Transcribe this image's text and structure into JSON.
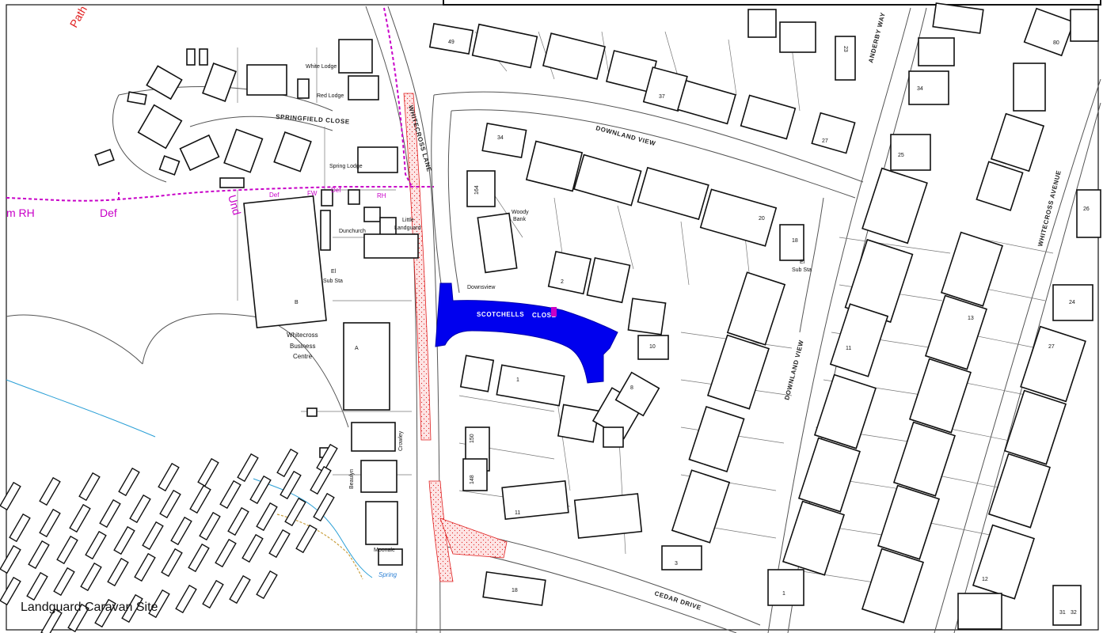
{
  "map": {
    "highlight_color": "#0000ee",
    "row_color": "#c800c8",
    "hatch_color": "#e02020",
    "water_color": "#2a9fd6",
    "road_labels": {
      "springfield_close": "SPRINGFIELD CLOSE",
      "whitecross_lane": "WHITECROSS LANE",
      "downland_view_top": "DOWNLAND VIEW",
      "downland_view_side": "DOWNLAND VIEW",
      "anderby_way": "ANDERBY WAY",
      "whitecross_avenue": "WHITECROSS AVENUE",
      "cedar_drive": "CEDAR DRIVE",
      "scotchells": "SCOTCHELLS",
      "close": "CLOSE"
    },
    "building_labels": {
      "white_lodge": "White Lodge",
      "red_lodge": "Red Lodge",
      "spring_lodge": "Spring Lodge",
      "dunchurch": "Dunchurch",
      "little_landguard": "Little",
      "little_landguard_2": "Landguard",
      "woody_bank": "Woody",
      "woody_bank_2": "Bank",
      "downsview": "Downsview",
      "el_sub_sta_1": "El",
      "el_sub_sta_1b": "Sub Sta",
      "el_sub_sta_2": "El",
      "el_sub_sta_2b": "Sub Sta",
      "business_centre_1": "Whitecross",
      "business_centre_2": "Business",
      "business_centre_3": "Centre",
      "unit_b": "B",
      "unit_a": "A",
      "crowley": "Crowley",
      "beaulyn": "Beaulyn",
      "moonale": "Moonale",
      "spring": "Spring"
    },
    "row_labels": {
      "und": "Und",
      "def1": "Def",
      "def2": "Def",
      "fw": "FW",
      "def3": "Def",
      "rh1": "RH",
      "m_rh": "m RH",
      "path": "Path"
    },
    "house_numbers": [
      "49",
      "37",
      "27",
      "23",
      "34",
      "25",
      "80",
      "26",
      "34",
      "164",
      "20",
      "18",
      "2",
      "10",
      "1",
      "8",
      "11",
      "27",
      "24",
      "13",
      "150",
      "148",
      "11",
      "12",
      "3",
      "18",
      "1",
      "31",
      "32"
    ],
    "site_label": "Landguard Caravan Site"
  }
}
